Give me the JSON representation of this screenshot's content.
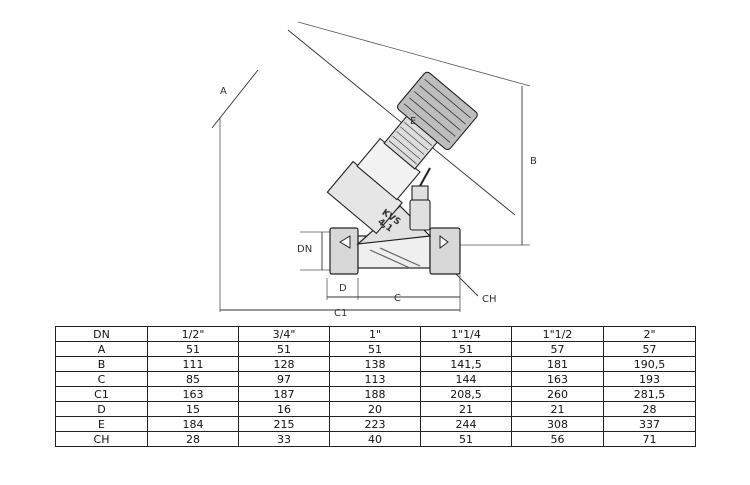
{
  "drawing": {
    "dimension_labels": {
      "a": "A",
      "b": "B",
      "c": "C",
      "c1": "C1",
      "d": "D",
      "e": "E",
      "dn": "DN",
      "ch": "CH"
    },
    "body_marking": {
      "line1": "KVS",
      "line2": "4,1"
    }
  },
  "table": {
    "headers": [
      "DN",
      "1/2\"",
      "3/4\"",
      "1\"",
      "1\"1/4",
      "1\"1/2",
      "2\""
    ],
    "rows": [
      [
        "A",
        "51",
        "51",
        "51",
        "51",
        "57",
        "57"
      ],
      [
        "B",
        "111",
        "128",
        "138",
        "141,5",
        "181",
        "190,5"
      ],
      [
        "C",
        "85",
        "97",
        "113",
        "144",
        "163",
        "193"
      ],
      [
        "C1",
        "163",
        "187",
        "188",
        "208,5",
        "260",
        "281,5"
      ],
      [
        "D",
        "15",
        "16",
        "20",
        "21",
        "21",
        "28"
      ],
      [
        "E",
        "184",
        "215",
        "223",
        "244",
        "308",
        "337"
      ],
      [
        "CH",
        "28",
        "33",
        "40",
        "51",
        "56",
        "71"
      ]
    ]
  }
}
